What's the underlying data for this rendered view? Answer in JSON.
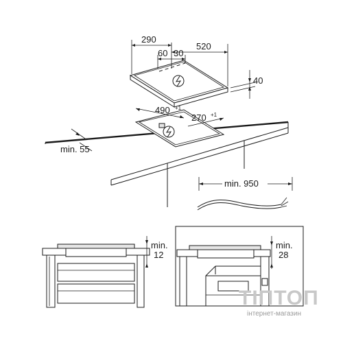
{
  "dimensions": {
    "hob_depth": "290",
    "hob_width": "520",
    "offset_a": "60",
    "offset_b": "30",
    "hob_height": "40",
    "cutout_width": "490",
    "cutout_width_tol": "+1",
    "cutout_depth": "270",
    "cutout_depth_tol": "+1",
    "min_edge": "min. 55",
    "min_cable": "min. 950",
    "min_gap_left_prefix": "min.",
    "min_gap_left_value": "12",
    "min_gap_right_prefix": "min.",
    "min_gap_right_value": "28"
  },
  "watermark": {
    "brand": "ТІПТОП",
    "subtitle": "інтернет-магазин"
  },
  "colors": {
    "line": "#1a1a1a",
    "watermark": "#c8c8c8"
  },
  "icons": {
    "power_symbol": "lightning-bolt-icon"
  }
}
